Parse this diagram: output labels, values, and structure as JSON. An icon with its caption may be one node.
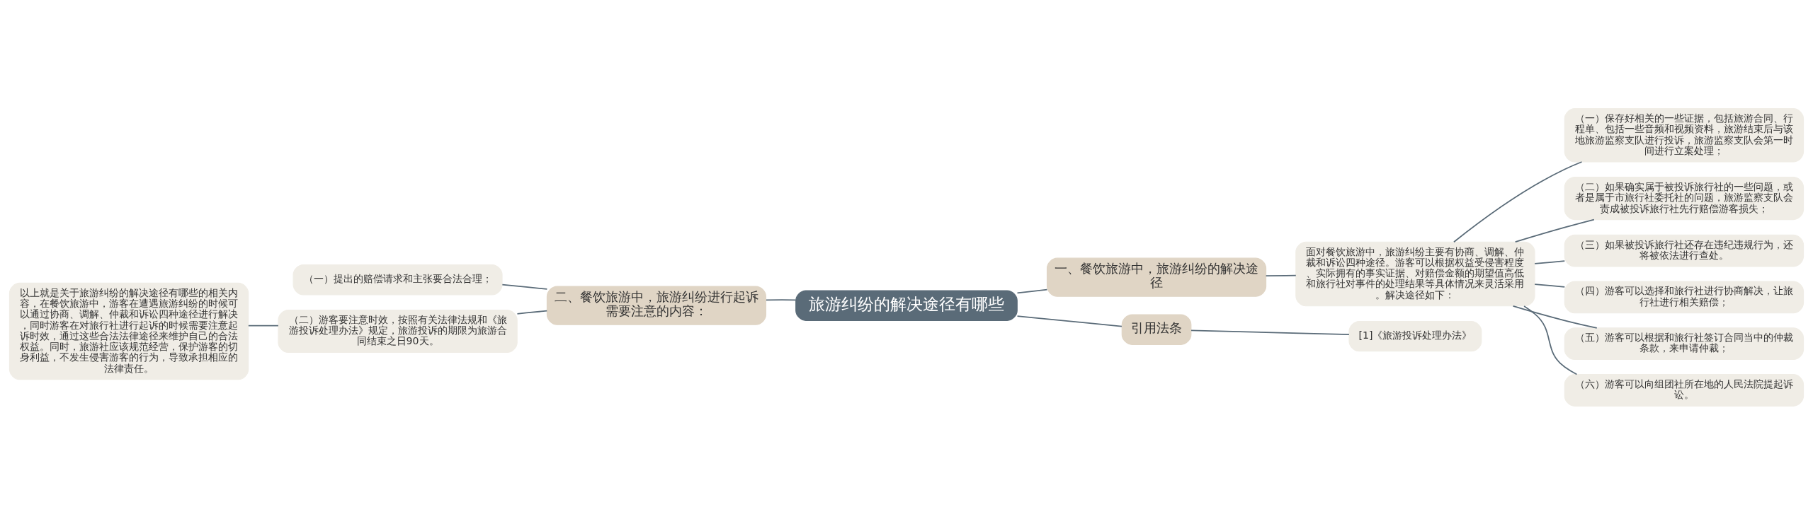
{
  "diagram": {
    "nodes": [
      {
        "text": [
          "旅游纠纷的解决途径有哪些"
        ]
      },
      {
        "text": [
          "一、餐饮旅游中，旅游纠纷的解决途径"
        ]
      },
      {
        "text": [
          "面对餐饮旅游中，旅游纠纷主要有协商、调解、仲裁和诉讼四种途径。游客可以根据权益受侵害程度、实际拥有的事实证据、对赔偿金额的期望值高低和旅行社对事件的处理结果等具体情况来灵活采用。解决途径如下："
        ]
      },
      {
        "text": [
          "（一）保存好相关的一些证据，包括旅游合同、行程单、包括一些音频和视频资料，旅游结束后与该地旅游监察支队进行投诉，旅游监察支队会第一时间进行立案处理；"
        ]
      },
      {
        "text": [
          "（二）如果确实属于被投诉旅行社的一些问题，或者是属于市旅行社委托社的问题，旅游监察支队会责成被投诉旅行社先行赔偿游客损失；"
        ]
      },
      {
        "text": [
          "（三）如果被投诉旅行社还存在违纪违规行为，还将被依法进行查处。"
        ]
      },
      {
        "text": [
          "（四）游客可以选择和旅行社进行协商解决，让旅行社进行相关赔偿；"
        ]
      },
      {
        "text": [
          "（五）游客可以根据和旅行社签订合同当中的仲裁条款，来申请仲裁；"
        ]
      },
      {
        "text": [
          "（六）游客可以向组团社所在地的人民法院提起诉讼。"
        ]
      },
      {
        "text": [
          "二、餐饮旅游中，旅游纠纷进行起诉需要注意的内容："
        ]
      },
      {
        "text": [
          "（一）提出的赔偿请求和主张要合法合理；"
        ]
      },
      {
        "text": [
          "（二）游客要注意时效，按照有关法律法规和《旅游投诉处理办法》规定，旅游投诉的期限为旅游合同结束之日90天。"
        ]
      },
      {
        "text": [
          "以上就是关于旅游纠纷的解决途径有哪些的相关内容，在餐饮旅游中，游客在遭遇旅游纠纷的时候可以通过协商、调解、仲裁和诉讼四种途径进行解决，同时游客在对旅行社进行起诉的时候需要注意起诉时效，通过这些合法法律途径来维护自己的合法权益。同时，旅游社应该规范经营，保护游客的切身利益，不发生侵害游客的行为，导致承担相应的法律责任。"
        ]
      },
      {
        "text": [
          "引用法条"
        ]
      },
      {
        "text": [
          "[1]《旅游投诉处理办法》"
        ]
      }
    ],
    "edges": [
      {
        "from": 0,
        "to": 1,
        "arrow": "none"
      },
      {
        "from": 1,
        "to": 2,
        "arrow": "none"
      },
      {
        "from": 2,
        "to": 3,
        "arrow": "none"
      },
      {
        "from": 2,
        "to": 4,
        "arrow": "none"
      },
      {
        "from": 2,
        "to": 5,
        "arrow": "none"
      },
      {
        "from": 2,
        "to": 6,
        "arrow": "none"
      },
      {
        "from": 2,
        "to": 7,
        "arrow": "none"
      },
      {
        "from": 2,
        "to": 8,
        "arrow": "none"
      },
      {
        "from": 0,
        "to": 9,
        "arrow": "none"
      },
      {
        "from": 9,
        "to": 10,
        "arrow": "none"
      },
      {
        "from": 9,
        "to": 11,
        "arrow": "none"
      },
      {
        "from": 11,
        "to": 12,
        "arrow": "none"
      },
      {
        "from": 0,
        "to": 13,
        "arrow": "none"
      },
      {
        "from": 13,
        "to": 14,
        "arrow": "none"
      }
    ]
  }
}
